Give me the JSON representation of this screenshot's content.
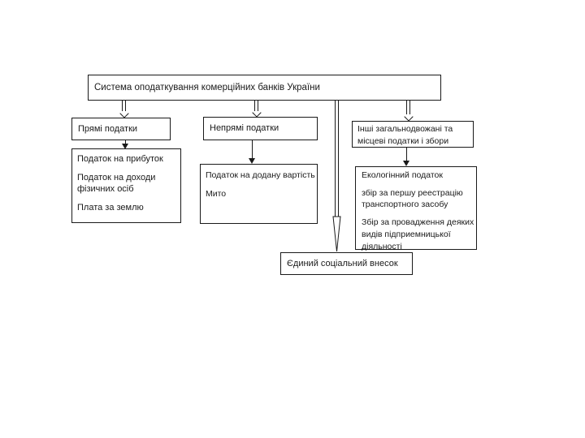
{
  "diagram": {
    "title": "Система оподаткування комерційних банків України",
    "level2": {
      "direct_label": "Прямі податки",
      "indirect_label": "Непрямі податки",
      "other_label": "Інші загальнодвожані та місцеві податки і збори"
    },
    "level3": {
      "direct_items": [
        "Податок на прибуток",
        "Податок на доходи фізичних осіб",
        "Плата за землю"
      ],
      "indirect_items": [
        "Податок на додану вартість",
        "Мито"
      ],
      "other_items": [
        "Екологінний податок",
        "збір за першу реестрацію транспортного засобу",
        "Збір за провадження деяких видів підприемницької діяльності"
      ]
    },
    "bottom_label": "Єдиний соціальний внесок",
    "colors": {
      "background": "#ffffff",
      "line": "#1a1a1a",
      "box_fill": "#ffffff"
    }
  }
}
